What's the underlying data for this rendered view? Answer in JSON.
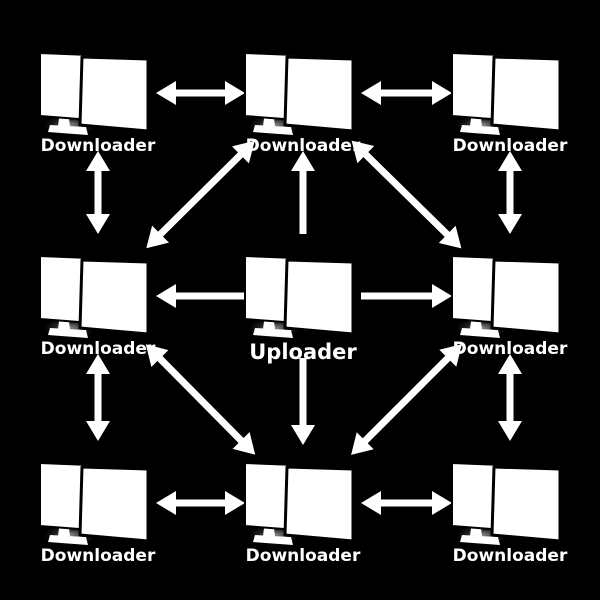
{
  "colors": {
    "background": "#000000",
    "foreground": "#ffffff"
  },
  "icon": "computer-monitor-icon",
  "nodes": [
    {
      "id": "tl",
      "role": "downloader",
      "label": "Downloader"
    },
    {
      "id": "tc",
      "role": "downloader",
      "label": "Downloader"
    },
    {
      "id": "tr",
      "role": "downloader",
      "label": "Downloader"
    },
    {
      "id": "ml",
      "role": "downloader",
      "label": "Downloader"
    },
    {
      "id": "mc",
      "role": "uploader",
      "label": "Uploader"
    },
    {
      "id": "mr",
      "role": "downloader",
      "label": "Downloader"
    },
    {
      "id": "bl",
      "role": "downloader",
      "label": "Downloader"
    },
    {
      "id": "bc",
      "role": "downloader",
      "label": "Downloader"
    },
    {
      "id": "br",
      "role": "downloader",
      "label": "Downloader"
    }
  ],
  "connections": [
    {
      "from": "tl",
      "to": "tc",
      "direction": "both"
    },
    {
      "from": "tc",
      "to": "tr",
      "direction": "both"
    },
    {
      "from": "ml",
      "to": "tl",
      "direction": "both"
    },
    {
      "from": "mr",
      "to": "tr",
      "direction": "both"
    },
    {
      "from": "bl",
      "to": "ml",
      "direction": "both"
    },
    {
      "from": "br",
      "to": "mr",
      "direction": "both"
    },
    {
      "from": "bl",
      "to": "bc",
      "direction": "both"
    },
    {
      "from": "bc",
      "to": "br",
      "direction": "both"
    },
    {
      "from": "ml",
      "to": "tc",
      "direction": "both"
    },
    {
      "from": "tc",
      "to": "mr",
      "direction": "both"
    },
    {
      "from": "ml",
      "to": "bc",
      "direction": "both"
    },
    {
      "from": "bc",
      "to": "mr",
      "direction": "both"
    },
    {
      "from": "mc",
      "to": "tc",
      "direction": "forward"
    },
    {
      "from": "mc",
      "to": "ml",
      "direction": "forward"
    },
    {
      "from": "mc",
      "to": "mr",
      "direction": "forward"
    },
    {
      "from": "mc",
      "to": "bc",
      "direction": "forward"
    }
  ]
}
